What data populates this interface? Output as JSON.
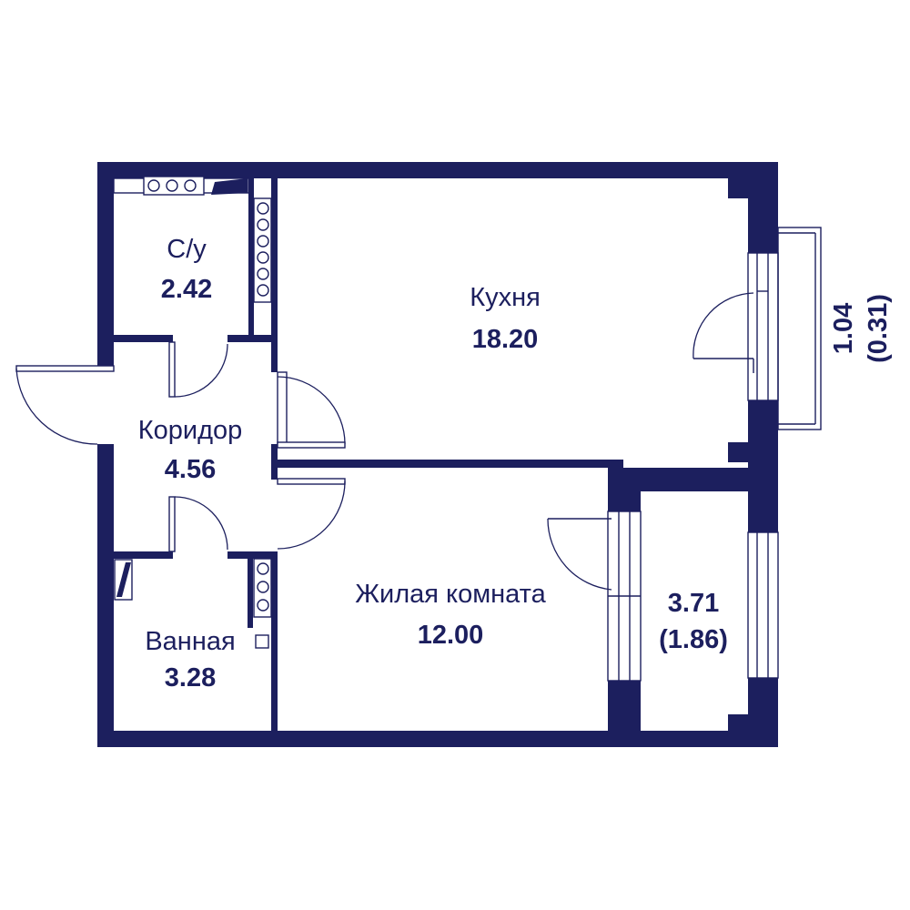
{
  "rooms": {
    "wc": {
      "name": "С/у",
      "area": "2.42"
    },
    "kitchen": {
      "name": "Кухня",
      "area": "18.20"
    },
    "corridor": {
      "name": "Коридор",
      "area": "4.56"
    },
    "living": {
      "name": "Жилая комната",
      "area": "12.00"
    },
    "bath": {
      "name": "Ванная",
      "area": "3.28"
    },
    "loggia": {
      "area": "3.71",
      "reduced": "(1.86)"
    },
    "balcony": {
      "area": "1.04",
      "reduced": "(0.31)"
    }
  },
  "colors": {
    "wall": "#1c1f5e",
    "background": "#ffffff"
  }
}
